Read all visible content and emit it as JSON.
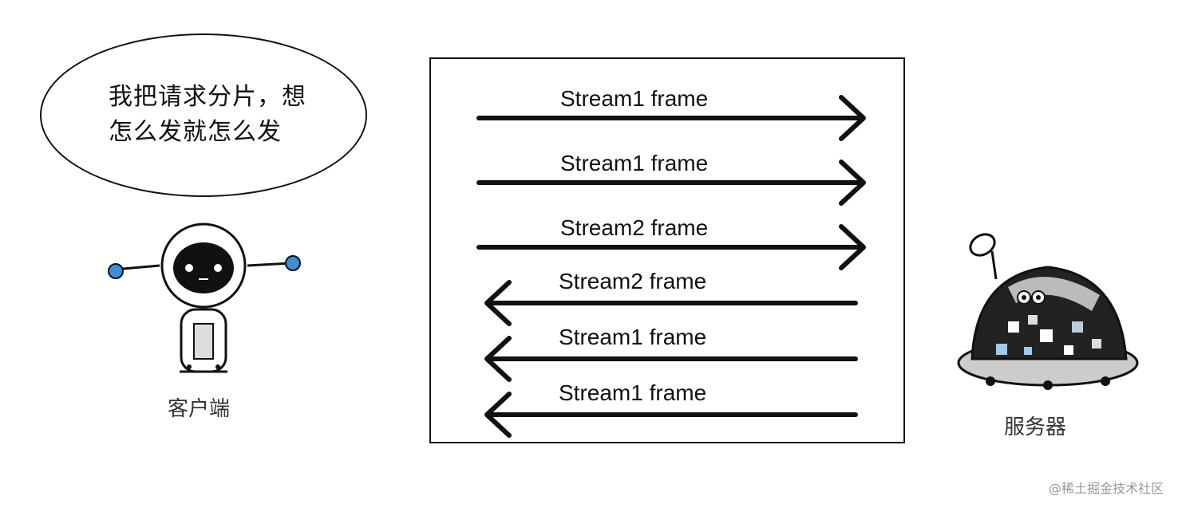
{
  "client": {
    "speech_line1": "我把请求分片，想",
    "speech_line2": "怎么发就怎么发",
    "label": "客户端"
  },
  "server": {
    "label": "服务器"
  },
  "frames": [
    {
      "label": "Stream1 frame",
      "direction": "to-server"
    },
    {
      "label": "Stream1 frame",
      "direction": "to-server"
    },
    {
      "label": "Stream2 frame",
      "direction": "to-server"
    },
    {
      "label": "Stream2 frame",
      "direction": "to-client"
    },
    {
      "label": "Stream1 frame",
      "direction": "to-client"
    },
    {
      "label": "Stream1 frame",
      "direction": "to-client"
    }
  ],
  "watermark": "@稀土掘金技术社区",
  "colors": {
    "robot_accent": "#3a8fd6",
    "line": "#111111"
  }
}
